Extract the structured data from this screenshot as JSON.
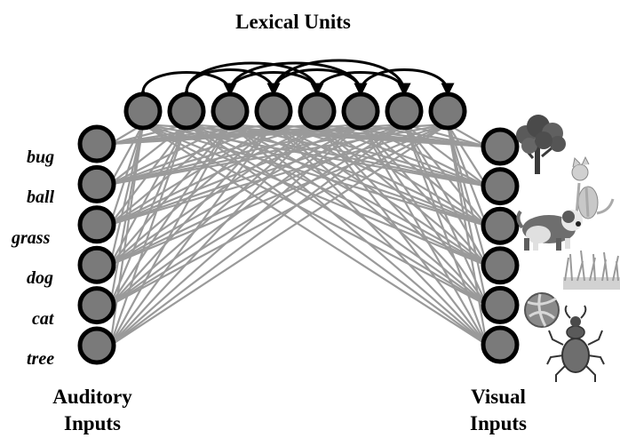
{
  "title": "Lexical Units",
  "auditory": {
    "words": [
      "bug",
      "ball",
      "grass",
      "dog",
      "cat",
      "tree"
    ],
    "label_line1": "Auditory",
    "label_line2": "Inputs"
  },
  "visual": {
    "label_line1": "Visual",
    "label_line2": "Inputs",
    "pictures": [
      "tree-picture",
      "cat-picture",
      "dog-picture",
      "grass-picture",
      "ball-picture",
      "bug-picture"
    ]
  },
  "lexical_unit_count": 8
}
